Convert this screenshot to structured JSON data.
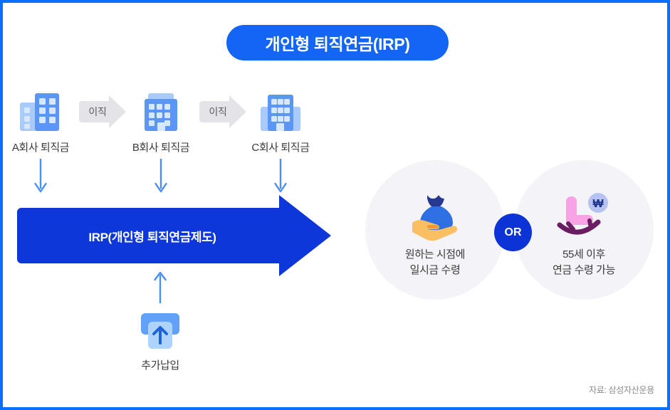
{
  "colors": {
    "border": "#0a6ffc",
    "title_pill": "#1565f5",
    "irp_arrow": "#0d37d8",
    "or_badge": "#0b33d6",
    "circle_bg": "#f3f3f8",
    "chevron_gray": "#e4e4e8",
    "building_dark": "#5b95f5",
    "building_light": "#a8cbfb",
    "window_light": "#d7e8fd",
    "money_bag": "#2f6fe4",
    "money_bag_tie": "#26388f",
    "hand": "#f9bf62",
    "chair_pink": "#f9a3e6",
    "chair_rocker": "#6a1d63",
    "won_circle": "#b6c2ef",
    "won_symbol": "#1b2f8c",
    "deposit_top": "#62a1f8",
    "deposit_body": "#aed3fc",
    "deposit_arrow": "#2063d8",
    "down_arrow": "#4a8df4",
    "text_dark": "#3b3b3b",
    "text_gray": "#5b5b66",
    "text_muted": "#8a8a90"
  },
  "header": {
    "title": "개인형 퇴직연금(IRP)"
  },
  "companies": [
    {
      "id": "a",
      "icon": "office-building-icon",
      "label": "A회사 퇴직금"
    },
    {
      "id": "b",
      "icon": "office-building-icon",
      "label": "B회사 퇴직금"
    },
    {
      "id": "c",
      "icon": "office-building-icon",
      "label": "C회사 퇴직금"
    }
  ],
  "transitions": [
    {
      "id": "1",
      "icon": "right-chevron-arrow-icon",
      "label": "이직"
    },
    {
      "id": "2",
      "icon": "right-chevron-arrow-icon",
      "label": "이직"
    }
  ],
  "flow_arrows": {
    "down_icon": "arrow-down-icon",
    "count": 3,
    "up_icon": "arrow-up-icon"
  },
  "irp": {
    "label": "IRP(개인형 퇴직연금제도)",
    "icon": "right-block-arrow-icon"
  },
  "deposit": {
    "icon": "deposit-machine-icon",
    "label": "추가납입"
  },
  "outcomes": [
    {
      "id": "lump-sum",
      "icon": "money-bag-on-hand-icon",
      "line1": "원하는 시점에",
      "line2": "일시금 수령"
    },
    {
      "id": "pension",
      "icon": "rocking-chair-won-icon",
      "line1": "55세 이후",
      "line2": "연금 수령 가능"
    }
  ],
  "or_badge": {
    "label": "OR"
  },
  "footer": {
    "source": "자료: 삼성자산운용"
  }
}
